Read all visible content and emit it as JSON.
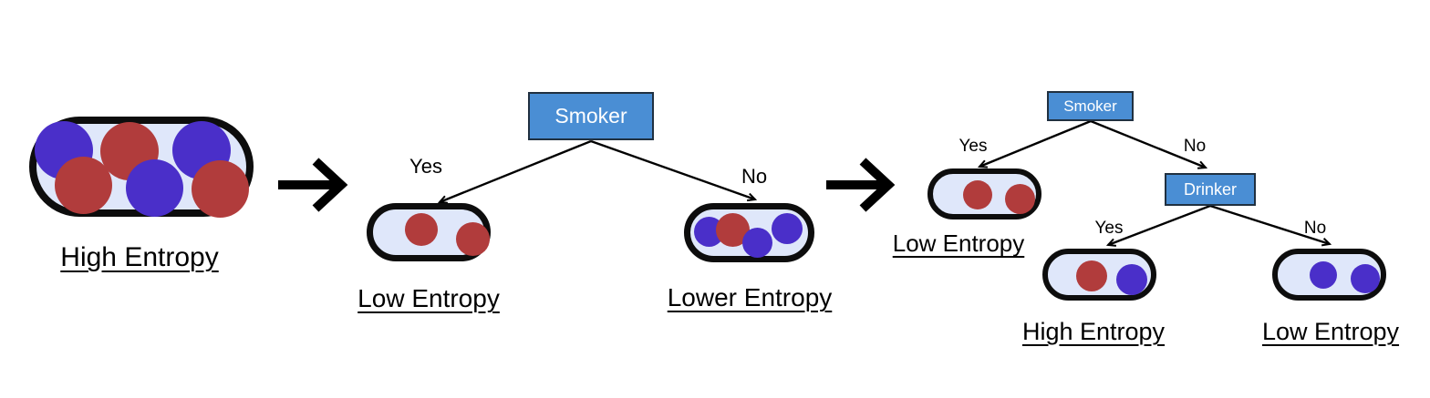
{
  "colors": {
    "red": "#b13c3c",
    "blue": "#4a2fc9",
    "container-fill": "#dfe7fa",
    "container-border": "#0d0d0d",
    "node-fill": "#4a8ed4",
    "node-border": "#203040",
    "node-text": "#ffffff",
    "line": "#000000",
    "text": "#000000"
  },
  "stage1": {
    "label": "High Entropy"
  },
  "tree1": {
    "root": "Smoker",
    "yes": "Yes",
    "no": "No",
    "yes_result": "Low Entropy",
    "no_result": "Lower Entropy"
  },
  "tree2": {
    "root": "Smoker",
    "yes": "Yes",
    "no": "No",
    "yes_result": "Low Entropy",
    "subnode": "Drinker",
    "sub_yes": "Yes",
    "sub_no": "No",
    "sub_yes_result": "High Entropy",
    "sub_no_result": "Low Entropy"
  },
  "dots": {
    "intro": [
      "blue",
      "red",
      "blue",
      "red",
      "blue",
      "red"
    ],
    "tree1_yes": [
      "red",
      "red"
    ],
    "tree1_no": [
      "blue",
      "red",
      "blue",
      "blue"
    ],
    "tree2_yes": [
      "red",
      "red"
    ],
    "tree2_drinker_yes": [
      "red",
      "blue"
    ],
    "tree2_drinker_no": [
      "blue",
      "blue"
    ]
  }
}
